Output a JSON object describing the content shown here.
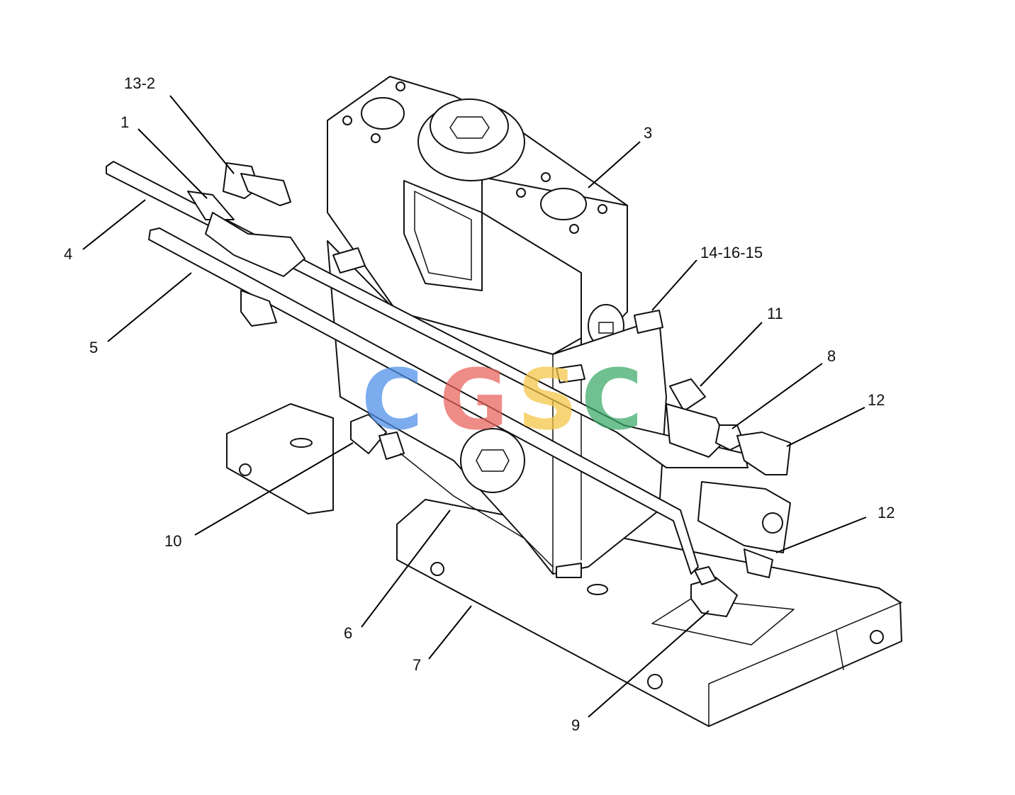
{
  "callouts": [
    {
      "id": "13-2",
      "text": "13-2"
    },
    {
      "id": "1",
      "text": "1"
    },
    {
      "id": "3",
      "text": "3"
    },
    {
      "id": "4",
      "text": "4"
    },
    {
      "id": "5",
      "text": "5"
    },
    {
      "id": "14-16-15",
      "text": "14-16-15"
    },
    {
      "id": "11",
      "text": "11"
    },
    {
      "id": "8",
      "text": "8"
    },
    {
      "id": "12a",
      "text": "12"
    },
    {
      "id": "12b",
      "text": "12"
    },
    {
      "id": "10",
      "text": "10"
    },
    {
      "id": "6",
      "text": "6"
    },
    {
      "id": "7",
      "text": "7"
    },
    {
      "id": "9",
      "text": "9"
    }
  ],
  "watermark": {
    "letters": [
      "C",
      "G",
      "S",
      "C"
    ],
    "colors": [
      "#4a8de8",
      "#e8615a",
      "#f5c542",
      "#3aa867"
    ]
  }
}
